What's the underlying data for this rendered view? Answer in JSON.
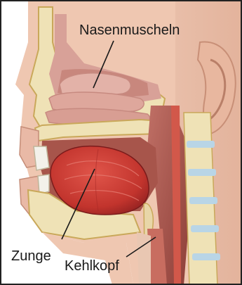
{
  "labels": {
    "nasenmuscheln": "Nasenmuscheln",
    "zunge": "Zunge",
    "kehlkopf": "Kehlkopf"
  },
  "colors": {
    "background": "#ffffff",
    "skin": "#f2cdb8",
    "skin_shadow": "#d9a992",
    "bone": "#efe2b6",
    "bone_edge": "#c9a85a",
    "mucosa": "#d8a198",
    "cavity": "#a7554b",
    "tongue": "#c93a33",
    "tongue_dark": "#8f2020",
    "spine_disc": "#b9d5e6",
    "leader_line": "#1a1a1a",
    "frame": "#222222"
  }
}
